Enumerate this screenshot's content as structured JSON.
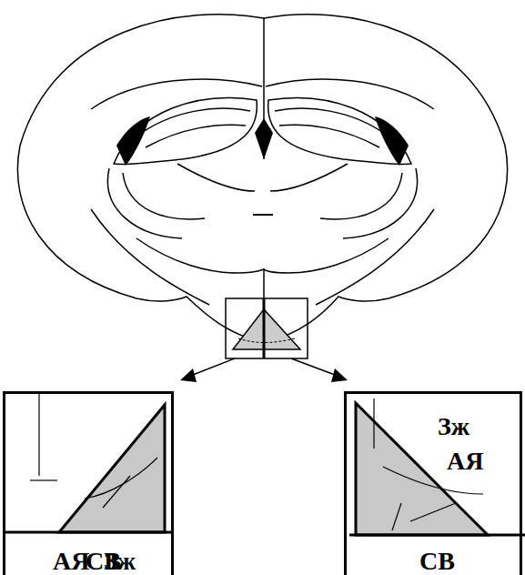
{
  "diagram": {
    "nodes": [
      {
        "text": [
          "Зж",
          "АЯ",
          "СВ"
        ]
      },
      {
        "text": [
          "Зж",
          "АЯ",
          "СВ"
        ]
      }
    ]
  }
}
